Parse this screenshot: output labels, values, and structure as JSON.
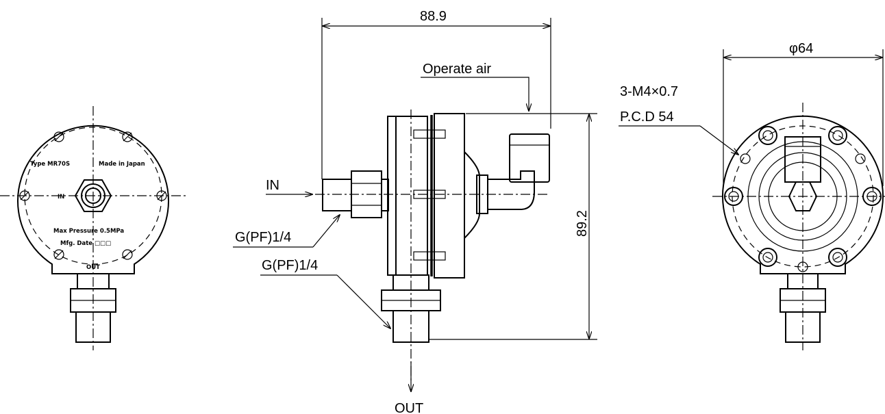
{
  "dimensions": {
    "width_label": "88.9",
    "height_label": "89.2",
    "diameter_label": "φ64"
  },
  "ports": {
    "operate_air": "Operate air",
    "inlet": "IN",
    "outlet": "OUT",
    "inlet_thread": "G(PF)1/4",
    "outlet_thread": "G(PF)1/4"
  },
  "holes": {
    "spec": "3-M4×0.7",
    "pcd": "P.C.D 54"
  },
  "faceplate": {
    "type": "Type MR70S",
    "origin": "Made in Japan",
    "in": "IN",
    "max_pressure": "Max Pressure 0.5MPa",
    "mfg_date": "Mfg. Date □□□",
    "out": "OUT"
  }
}
